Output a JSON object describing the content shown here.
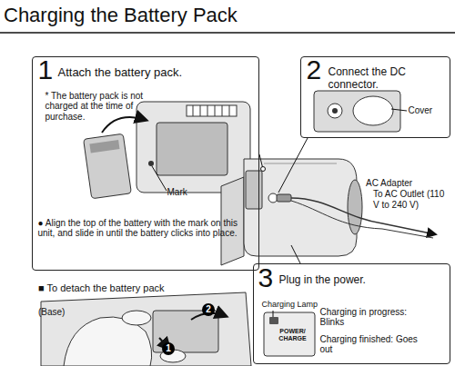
{
  "diagram": {
    "title": "Charging the Battery Pack",
    "nodes": [
      {
        "text": [
          "1",
          "Attach the battery pack.",
          "* The battery pack is not charged at the time of purchase.",
          "Mark",
          "● Align the top of the battery with the mark on this unit, and slide in until the battery clicks into place."
        ]
      },
      {
        "text": [
          "2",
          "Connect the DC connector.",
          "Cover"
        ]
      },
      {
        "text": [
          "3",
          "Plug in the power.",
          "Charging Lamp",
          "POWER/ CHARGE",
          "Charging in progress: Blinks",
          "Charging finished: Goes out"
        ]
      }
    ],
    "labels": [
      "AC Adapter",
      "To AC Outlet (110 V to 240 V)",
      "■ To detach the battery pack",
      "(Base)",
      "1",
      "2"
    ]
  }
}
